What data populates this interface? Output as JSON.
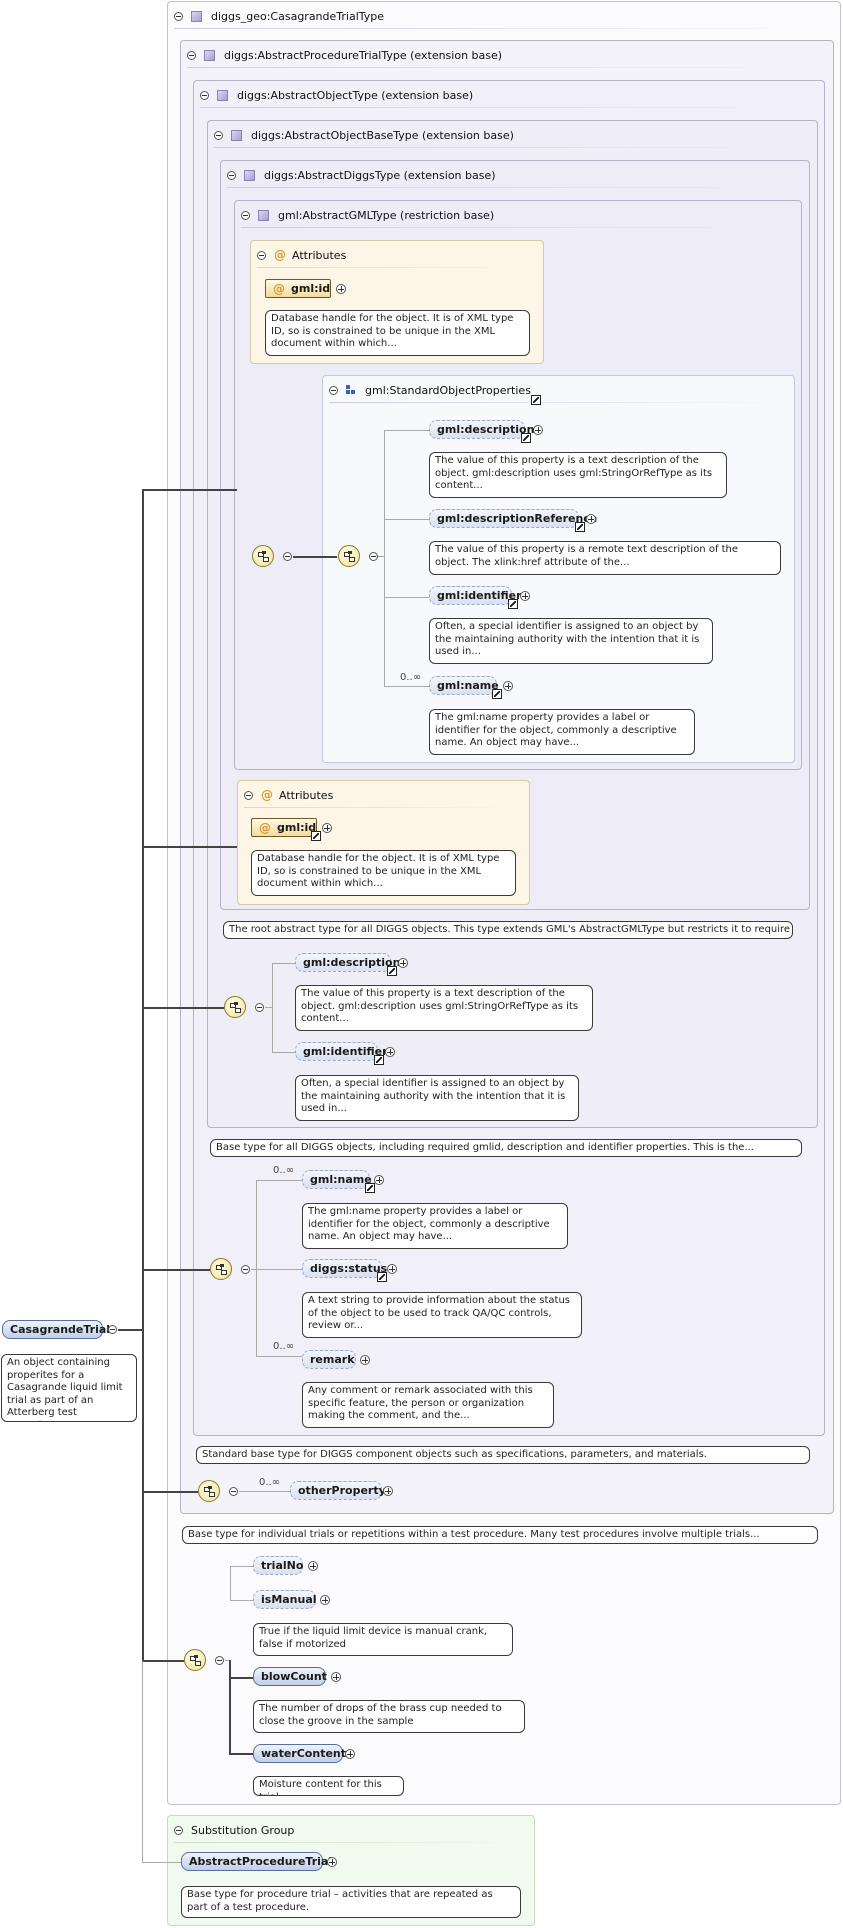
{
  "root": {
    "name": "CasagrandeTrial",
    "doc": "An object containing properites for a Casagrande liquid limit trial as part of an Atterberg test procedure."
  },
  "boxes": {
    "type_geo": "diggs_geo:CasagrandeTrialType",
    "procedure_trial": "diggs:AbstractProcedureTrialType (extension base)",
    "object": "diggs:AbstractObjectType (extension base)",
    "object_base": "diggs:AbstractObjectBaseType (extension base)",
    "diggs_type": "diggs:AbstractDiggsType (extension base)",
    "gml_type": "gml:AbstractGMLType (restriction base)",
    "attributes": "Attributes",
    "std_props": "gml:StandardObjectProperties",
    "substitution": "Substitution Group"
  },
  "elements": {
    "gml_id": "gml:id",
    "gml_description": "gml:description",
    "gml_description_reference": "gml:descriptionReference",
    "gml_identifier": "gml:identifier",
    "gml_name": "gml:name",
    "diggs_status": "diggs:status",
    "remark": "remark",
    "other_property": "otherProperty",
    "trial_no": "trialNo",
    "is_manual": "isManual",
    "blow_count": "blowCount",
    "water_content": "waterContent",
    "abstract_procedure_trial": "AbstractProcedureTrial"
  },
  "docs": {
    "gml_id": "Database handle for the object. It is of XML type ID, so is constrained to be unique in the XML document within which...",
    "gml_description": "The value of this property is a text description of the object. gml:description uses gml:StringOrRefType as its content...",
    "gml_description_reference": "The value of this property is a remote text description of the object. The xlink:href attribute of the...",
    "gml_identifier": "Often, a special identifier is assigned to an object by the maintaining authority with the intention that it is used in...",
    "gml_name": "The gml:name property provides a label or identifier for the object, commonly a descriptive name. An object may have...",
    "diggs_type": "The root abstract type for all DIGGS objects. This type extends GML's AbstractGMLType but restricts it to require a...",
    "object_base": "Base type for all DIGGS objects, including required gmlid, description and identifier properties. This is the...",
    "diggs_status": "A text string to provide information about the status of the object to be used to track QA/QC controls, review or...",
    "remark": "Any comment or remark associated with this specific feature, the person or organization making the comment, and the...",
    "object": "Standard base type for DIGGS component objects such as specifications, parameters, and materials.",
    "procedure_trial": "Base type for individual trials or repetitions within a test procedure. Many test procedures involve multiple trials...",
    "is_manual": "True if the liquid limit device is manual crank, false if motorized",
    "blow_count": "The number of drops of the brass cup needed to close the groove in the sample",
    "water_content": "Moisture content for this trial",
    "abstract_procedure_trial": "Base type for procedure trial – activities that are repeated as part of a test procedure."
  },
  "cardinality": {
    "many": "0..∞"
  },
  "colors": {
    "element_fill": "#c2cfe9",
    "attribute_fill": "#f4dca0",
    "compositor_fill": "#f0e49a",
    "substitution_fill": "#f1faee"
  }
}
